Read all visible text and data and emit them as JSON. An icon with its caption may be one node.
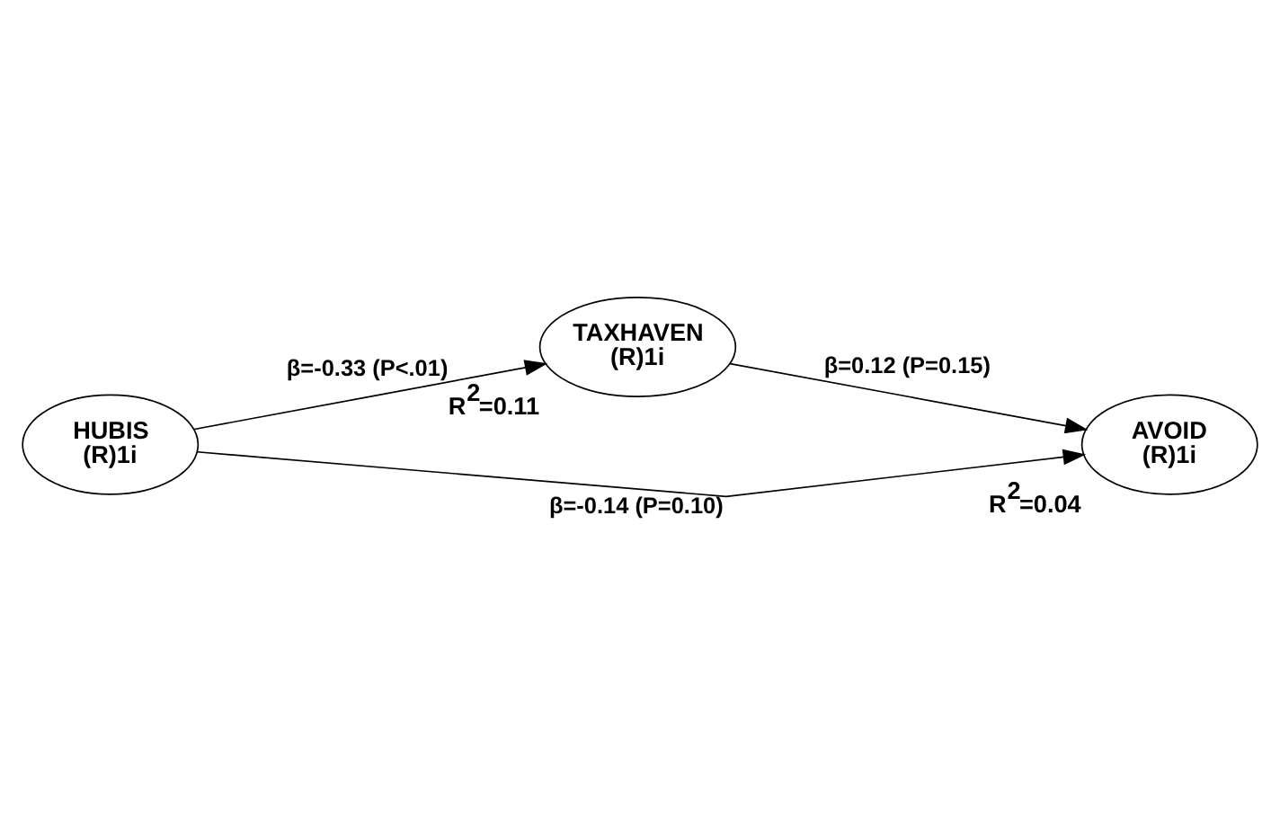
{
  "diagram": {
    "nodes": [
      {
        "text": [
          "TAXHAVEN",
          "(R)1i"
        ],
        "beside": [
          "R$^{2}$=0.11"
        ]
      },
      {
        "text": [
          "HUBIS",
          "(R)1i"
        ]
      },
      {
        "text": [
          "AVOID",
          "(R)1i"
        ],
        "beside": [
          "R$^{2}$=0.04"
        ]
      }
    ],
    "edges": [
      {
        "from": 1,
        "to": 0,
        "arrow": "to",
        "label": "β=-0.33 (P<.01)"
      },
      {
        "from": 0,
        "to": 2,
        "arrow": "to",
        "label": "β=0.12 (P=0.15)"
      },
      {
        "from": 1,
        "to": 2,
        "arrow": "to",
        "label": "β=-0.14 (P=0.10)"
      }
    ]
  }
}
